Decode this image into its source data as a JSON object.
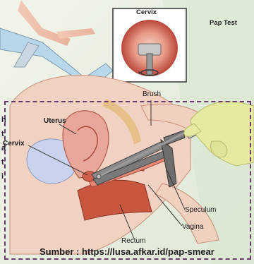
{
  "diagram": {
    "title": "Pap Test",
    "inset_title": "Cervix",
    "labels": {
      "brush": "Brush",
      "uterus": "Uterus",
      "cervix": "Cervix",
      "speculum": "Speculum",
      "vagina": "Vagina",
      "rectum": "Rectum"
    },
    "clipped_left_text": [
      "h",
      "t",
      "a",
      "t",
      "i"
    ],
    "source": "Sumber : https://lusa.afkar.id/pap-smear"
  },
  "colors": {
    "background": "#e8efe0",
    "frame_border": "#6a3a6a",
    "glove": "#e6eaa0",
    "tissue": "#d97a6a",
    "speculum_metal": "#6e6e6e"
  }
}
